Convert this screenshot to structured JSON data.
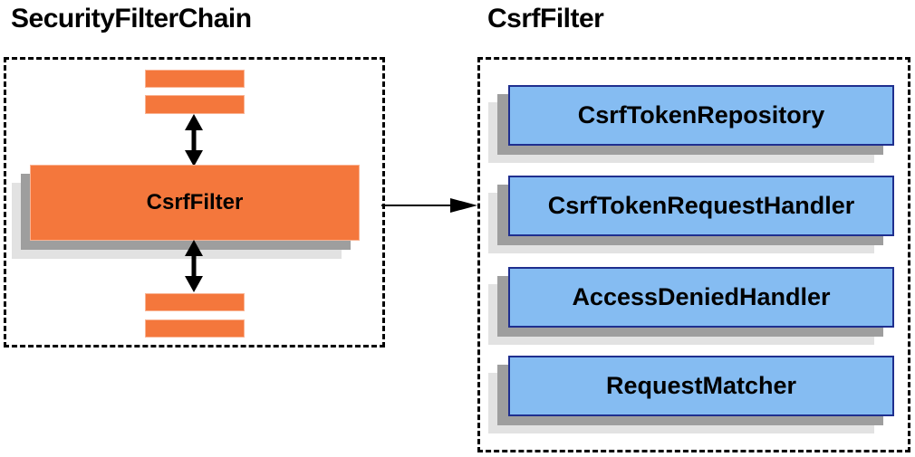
{
  "diagram": {
    "left_panel": {
      "title": "SecurityFilterChain",
      "node_label": "CsrfFilter"
    },
    "right_panel": {
      "title": "CsrfFilter",
      "components": [
        "CsrfTokenRepository",
        "CsrfTokenRequestHandler",
        "AccessDeniedHandler",
        "RequestMatcher"
      ]
    },
    "icons": {
      "bidirectional_arrow": "↕",
      "flow_arrow": "→"
    },
    "colors": {
      "node_orange": "#F4773C",
      "component_blue_fill": "#85BCF2",
      "component_blue_border": "#1F2F8F",
      "shadow_dark": "#9E9E9E",
      "shadow_light": "#E2E2E2",
      "arrow_black": "#000000",
      "text_black": "#000000",
      "background": "#FFFFFF"
    }
  }
}
